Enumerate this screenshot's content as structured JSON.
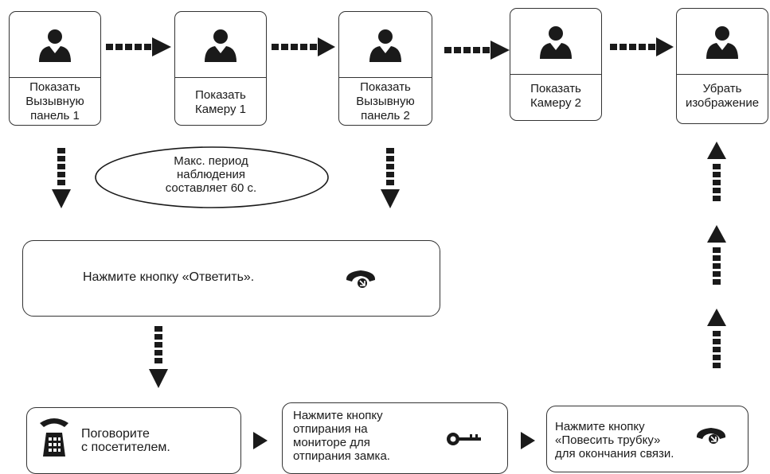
{
  "flow": {
    "steps": [
      {
        "label": "Показать\nВызывную\nпанель 1"
      },
      {
        "label": "Показать\nКамеру 1"
      },
      {
        "label": "Показать\nВызывную\nпанель  2"
      },
      {
        "label": "Показать\nКамеру 2"
      },
      {
        "label": "Убрать\nизображение"
      }
    ],
    "note": "Макс. период\nнаблюдения\nсоставляет 60 с.",
    "answer": "Нажмите кнопку «Ответить».",
    "talk": "Поговорите\nс посетителем.",
    "unlock": "Нажмите кнопку\nотпирания на\nмониторе для\nотпирания замка.",
    "hangup": "Нажмите кнопку\n«Повесить трубку»\nдля окончания связи."
  },
  "icons": {
    "step": "person-icon",
    "answer": "handset-icon",
    "talk": "desk-phone-icon",
    "unlock": "key-icon",
    "hangup": "handset-icon"
  }
}
